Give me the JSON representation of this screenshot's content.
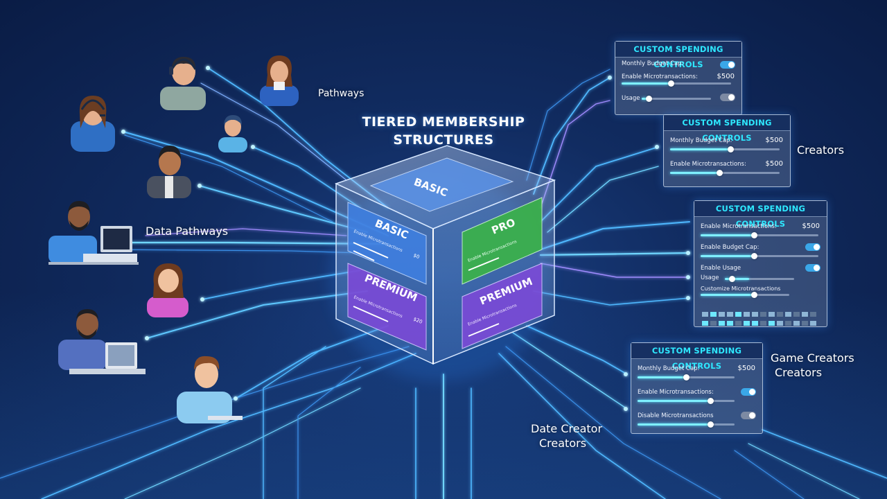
{
  "diagram": {
    "title_line1": "TIERED MEMBERSHIP",
    "title_line2": "STRUCTURES",
    "labels": {
      "pathways": "Pathways",
      "data_pathways": "Data Pathways",
      "creators": "Creators",
      "game_creators_1": "Game Creators",
      "game_creators_2": "Creators",
      "date_creator_1": "Date Creator",
      "date_creator_2": "Creators"
    },
    "cube": {
      "top_card": "BASIC",
      "cards": [
        {
          "id": "basic",
          "title": "BASIC",
          "sub": "Enable Microtransactions",
          "value": "$0",
          "color": "#3f7fe0"
        },
        {
          "id": "pro",
          "title": "PRO",
          "sub": "Enable Microtransactions",
          "color": "#3bb24a"
        },
        {
          "id": "premium-left",
          "title": "PREMIUM",
          "sub": "Enable Microtransactions",
          "value": "$20",
          "color": "#7a4bd6"
        },
        {
          "id": "premium-right",
          "title": "PREMIUM",
          "sub": "Enable Microtransactions",
          "color": "#7a4bd6"
        }
      ]
    },
    "panels": [
      {
        "heading": "CUSTOM SPENDING CONTROLS",
        "rows": [
          {
            "label": "Monthly Budget Cap:",
            "toggle": "on"
          },
          {
            "label": "Enable Microtransactions:",
            "value": "$500",
            "slider": 0.45
          },
          {
            "label": "Usage",
            "slider": 0.1,
            "toggle": "off"
          }
        ]
      },
      {
        "heading": "CUSTOM SPENDING CONTROLS",
        "rows": [
          {
            "label": "Monthly Budget Cap:",
            "value": "$500",
            "slider": 0.55
          },
          {
            "label": "Enable Microtransactions:",
            "value": "$500",
            "slider": 0.45
          }
        ]
      },
      {
        "heading": "CUSTOM SPENDING CONTROLS",
        "rows": [
          {
            "label": "Enable Microtransactions:",
            "value": "$500",
            "slider": 0.45
          },
          {
            "label": "Enable Budget Cap:",
            "slider": 0.45,
            "toggle": "on"
          },
          {
            "label": "Enable Usage",
            "toggle": "on"
          },
          {
            "label": "Usage",
            "slider": 0.35
          },
          {
            "label": "Customize Microtransactions",
            "slider": 0.6
          }
        ]
      },
      {
        "heading": "CUSTOM SPENDING CONTROLS",
        "rows": [
          {
            "label": "Monthly Budget Cap:",
            "value": "$500",
            "slider": 0.5
          },
          {
            "label": "Enable Microtransactions:",
            "slider": 0.75,
            "toggle": "on"
          },
          {
            "label": "Disable Microtransactions",
            "slider": 0.75,
            "toggle": "off"
          }
        ]
      }
    ],
    "colors": {
      "accent": "#2ee8ff",
      "line": "#4fb8ff",
      "basic": "#3f7fe0",
      "pro": "#3bb24a",
      "premium": "#7a4bd6"
    }
  }
}
